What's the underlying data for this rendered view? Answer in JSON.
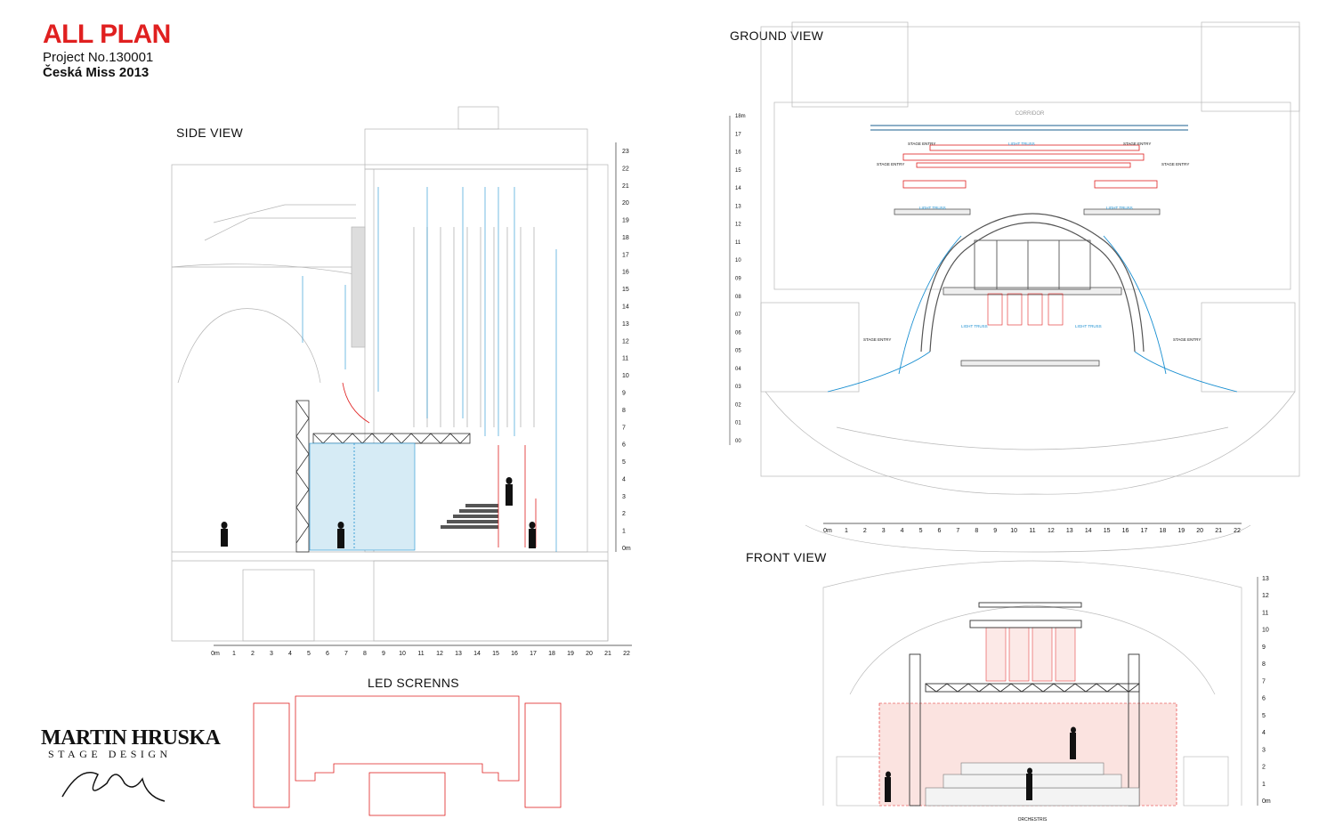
{
  "header": {
    "title": "ALL PLAN",
    "project": "Project No.130001",
    "show": "Česká Miss 2013"
  },
  "sections": {
    "side": "SIDE VIEW",
    "ground": "GROUND VIEW",
    "front": "FRONT VIEW",
    "led": "LED SCRENNS"
  },
  "logo": {
    "name": "MARTIN HRUSKA",
    "sub": "STAGE DESIGN"
  },
  "side_scale": [
    "0m",
    "1",
    "2",
    "3",
    "4",
    "5",
    "6",
    "7",
    "8",
    "9",
    "10",
    "11",
    "12",
    "13",
    "14",
    "15",
    "16",
    "17",
    "18",
    "19",
    "20",
    "21",
    "22"
  ],
  "side_vscale": [
    "0m",
    "1",
    "2",
    "3",
    "4",
    "5",
    "6",
    "7",
    "8",
    "9",
    "10",
    "11",
    "12",
    "13",
    "14",
    "15",
    "16",
    "17",
    "18",
    "19",
    "20",
    "21",
    "22",
    "23"
  ],
  "ground_scale": [
    "0m",
    "1",
    "2",
    "3",
    "4",
    "5",
    "6",
    "7",
    "8",
    "9",
    "10",
    "11",
    "12",
    "13",
    "14",
    "15",
    "16",
    "17",
    "18",
    "19",
    "20",
    "21",
    "22"
  ],
  "ground_vscale": [
    "00",
    "01",
    "02",
    "03",
    "04",
    "05",
    "06",
    "07",
    "08",
    "09",
    "10",
    "11",
    "12",
    "13",
    "14",
    "15",
    "16",
    "17",
    "18m"
  ],
  "front_vscale": [
    "0m",
    "1",
    "2",
    "3",
    "4",
    "5",
    "6",
    "7",
    "8",
    "9",
    "10",
    "11",
    "12",
    "13"
  ],
  "ground_labels": {
    "corridor": "CORRIDOR",
    "stage_entry": "STAGE ENTRY",
    "light_truss": "LIGHT TRUSS",
    "orchestra": "ORCHESTRIS"
  },
  "colors": {
    "accent": "#e02020",
    "truss": "#1a8fd1",
    "line": "#9a9a9a"
  }
}
